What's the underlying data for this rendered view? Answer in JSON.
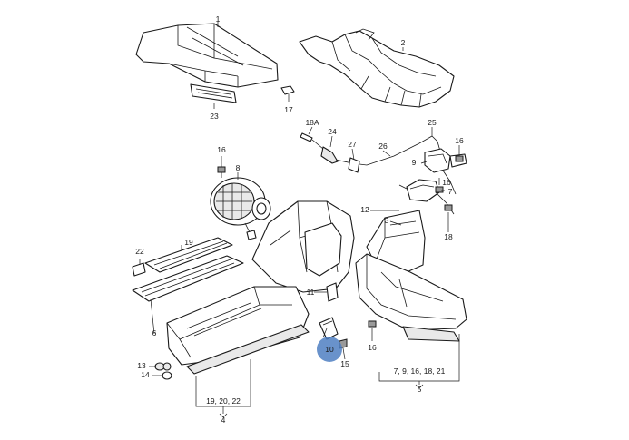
{
  "callouts": {
    "c1": "1",
    "c2": "2",
    "c23": "23",
    "c17": "17",
    "c18a": "18A",
    "c24": "24",
    "c27": "27",
    "c26": "26",
    "c25": "25",
    "c16a": "16",
    "c9": "9",
    "c16b": "16",
    "c7": "7",
    "c18": "18",
    "c12": "12",
    "c3": "3",
    "c16c": "16",
    "c8": "8",
    "c22": "22",
    "c19": "19",
    "c6": "6",
    "c11": "11",
    "c10": "10",
    "c15": "15",
    "c16d": "16",
    "c13": "13",
    "c14": "14",
    "group_left": "19, 20, 22",
    "c4": "4",
    "group_right": "7, 9, 16, 18, 21",
    "c5": "5"
  },
  "colors": {
    "line": "#1a1a1a",
    "hotspot": "#4f7fc2"
  }
}
